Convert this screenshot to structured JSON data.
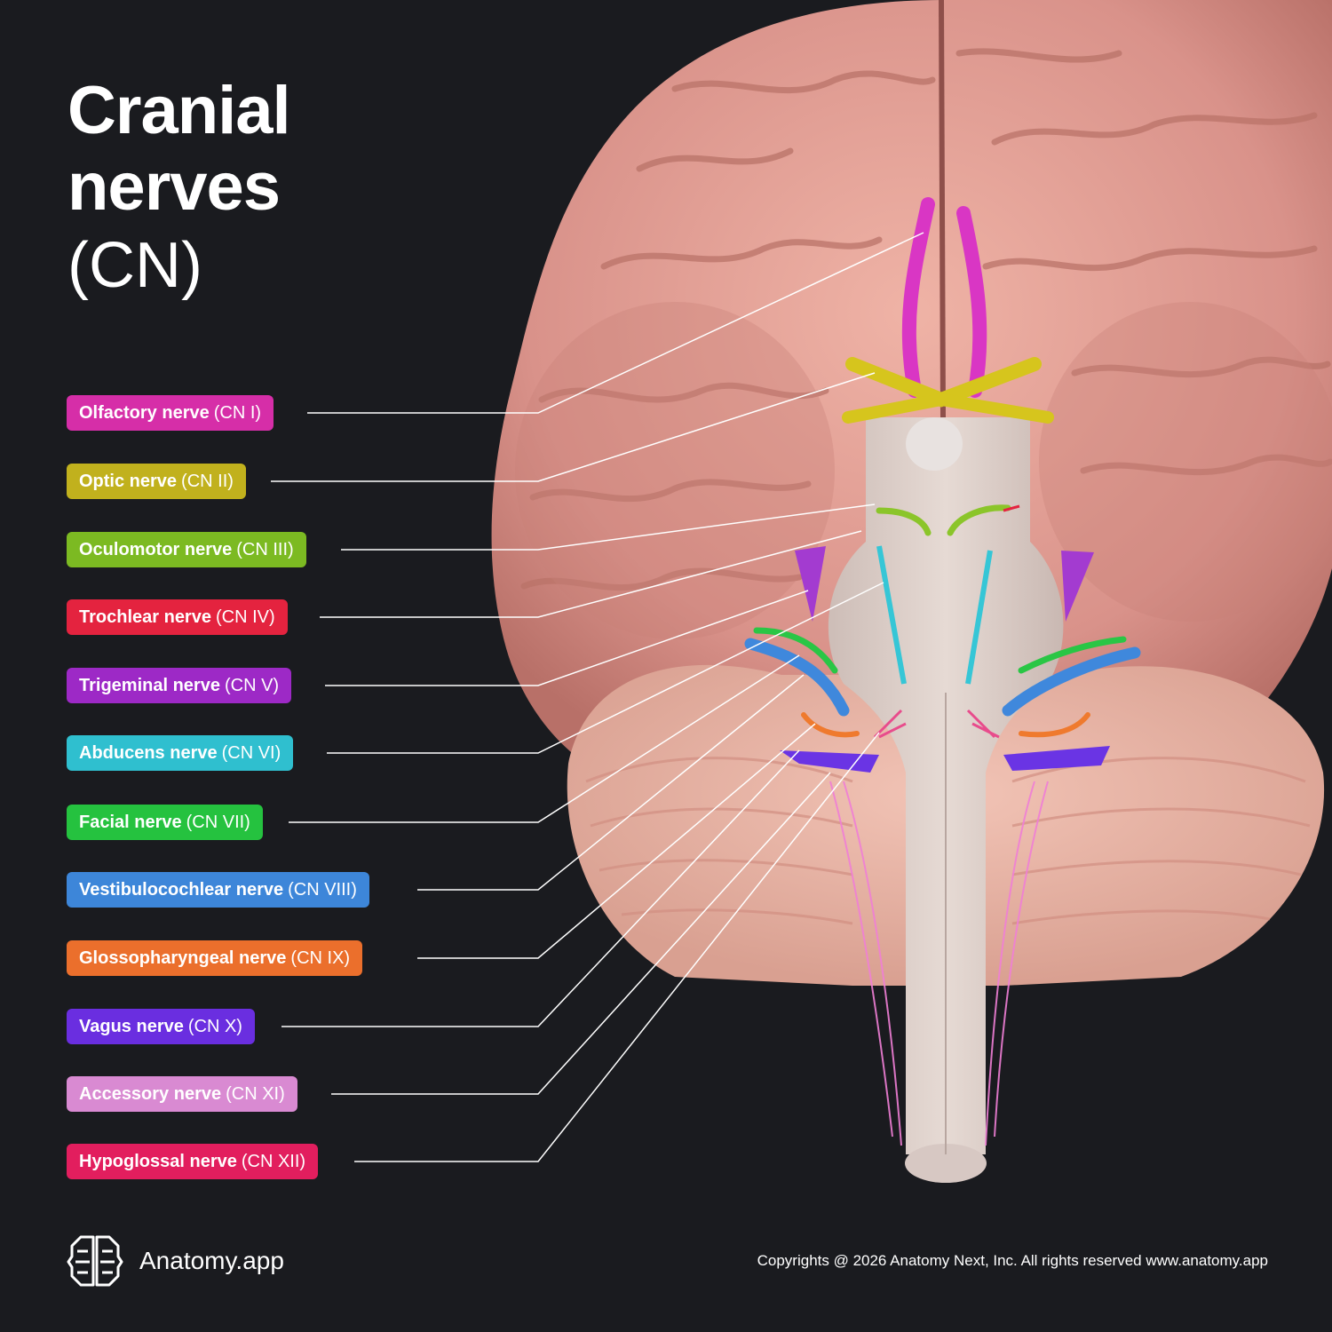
{
  "title": {
    "line1": "Cranial",
    "line2": "nerves",
    "line3": "(CN)"
  },
  "labels": [
    {
      "name": "Olfactory nerve",
      "cn": "(CN I)",
      "color": "#d62ea8"
    },
    {
      "name": "Optic nerve",
      "cn": "(CN II)",
      "color": "#c1b11d"
    },
    {
      "name": "Oculomotor nerve",
      "cn": "(CN III)",
      "color": "#7cba22"
    },
    {
      "name": "Trochlear nerve",
      "cn": "(CN IV)",
      "color": "#e4233f"
    },
    {
      "name": "Trigeminal nerve",
      "cn": "(CN V)",
      "color": "#9d29c6"
    },
    {
      "name": "Abducens nerve",
      "cn": "(CN VI)",
      "color": "#2fbfcf"
    },
    {
      "name": "Facial nerve",
      "cn": "(CN VII)",
      "color": "#25c23f"
    },
    {
      "name": "Vestibulocochlear nerve",
      "cn": "(CN VIII)",
      "color": "#3d86d9"
    },
    {
      "name": "Glossopharyngeal nerve",
      "cn": "(CN IX)",
      "color": "#eb6f2c"
    },
    {
      "name": "Vagus nerve",
      "cn": "(CN X)",
      "color": "#6a2ee0"
    },
    {
      "name": "Accessory nerve",
      "cn": "(CN XI)",
      "color": "#d98ad2"
    },
    {
      "name": "Hypoglossal nerve",
      "cn": "(CN XII)",
      "color": "#e21e5e"
    }
  ],
  "footer": {
    "brand": "Anatomy.app",
    "copyright": "Copyrights @ 2026 Anatomy Next, Inc. All rights reserved www.anatomy.app"
  }
}
